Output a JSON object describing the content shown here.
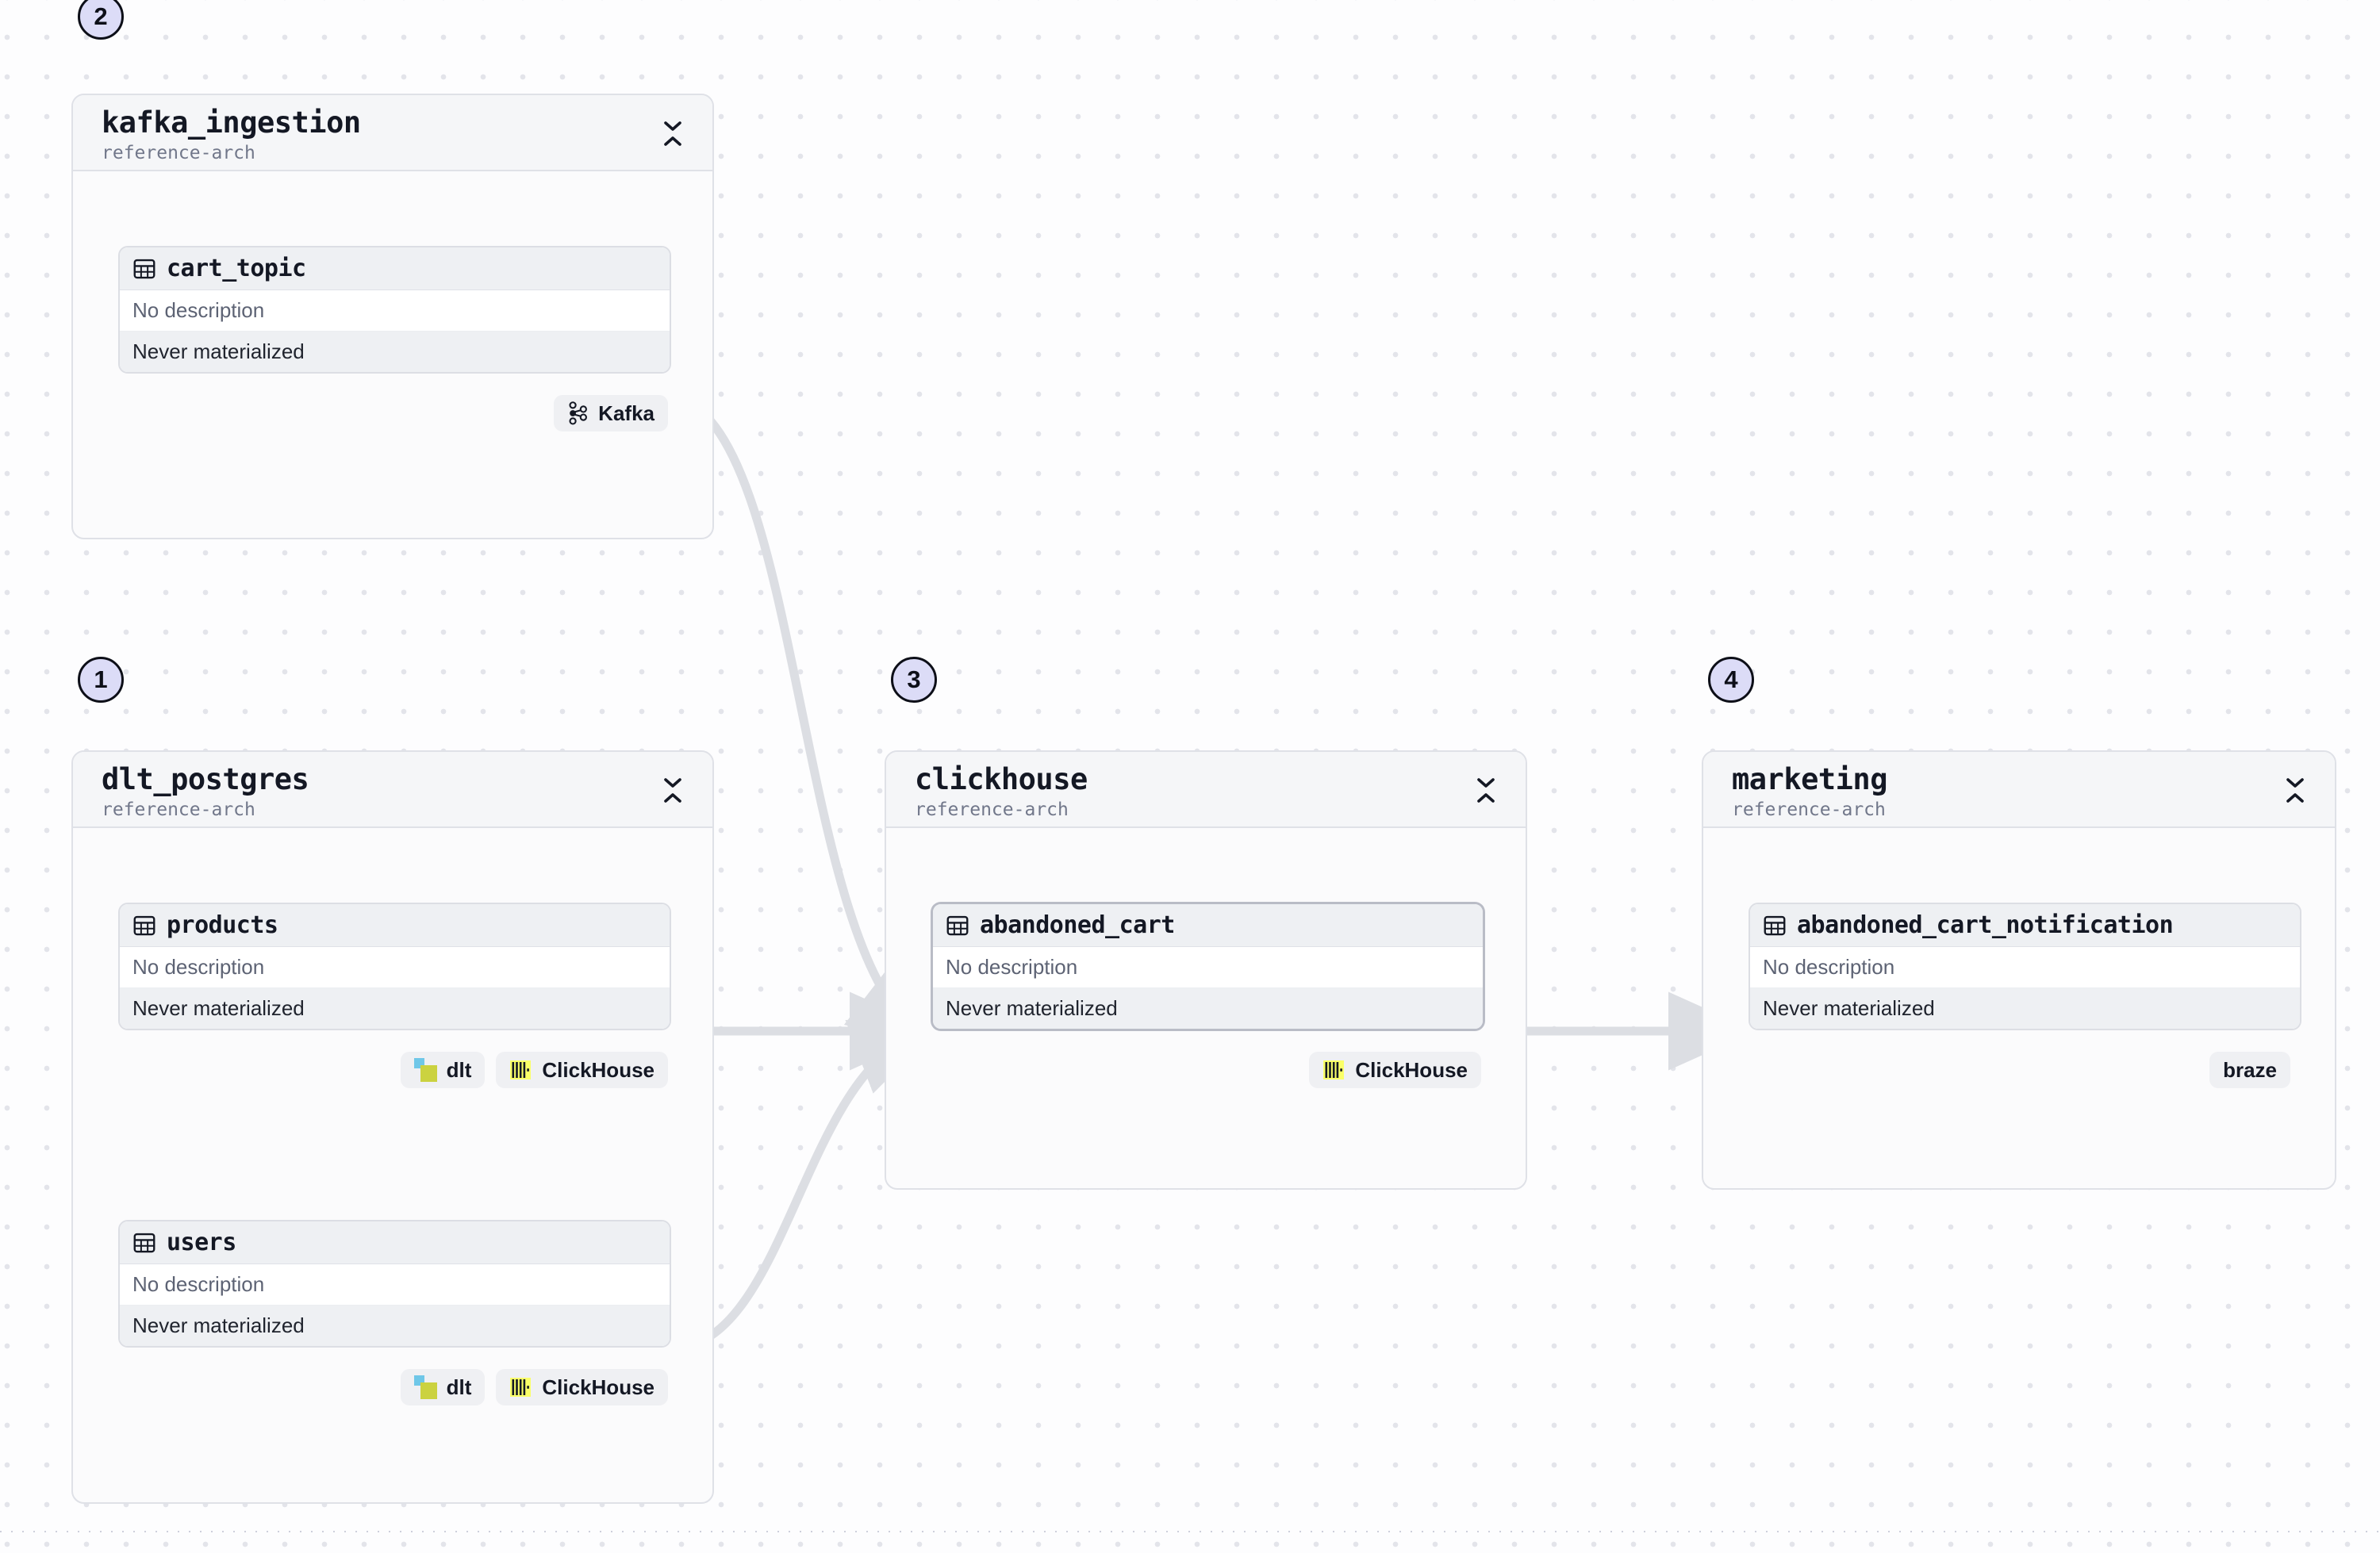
{
  "canvas": {
    "background_color": "#fdfdfe",
    "dot_grid_color": "#e3e4ea",
    "edge_color": "#dcdee3"
  },
  "common": {
    "no_description": "No description",
    "never_materialized": "Never materialized",
    "subtitle": "reference-arch",
    "collapse_icon": "collapse-chevrons-icon",
    "table_icon": "table-grid-icon"
  },
  "groups": [
    {
      "id": "kafka_ingestion",
      "step": "2",
      "title": "kafka_ingestion",
      "subtitle": "reference-arch",
      "tables": [
        {
          "name": "cart_topic",
          "description": "No description",
          "materialization": "Never materialized",
          "selected": false,
          "chips": [
            {
              "label": "Kafka",
              "icon": "kafka-logo-icon"
            }
          ]
        }
      ]
    },
    {
      "id": "dlt_postgres",
      "step": "1",
      "title": "dlt_postgres",
      "subtitle": "reference-arch",
      "tables": [
        {
          "name": "products",
          "description": "No description",
          "materialization": "Never materialized",
          "selected": false,
          "chips": [
            {
              "label": "dlt",
              "icon": "dlt-logo-icon"
            },
            {
              "label": "ClickHouse",
              "icon": "clickhouse-logo-icon"
            }
          ]
        },
        {
          "name": "users",
          "description": "No description",
          "materialization": "Never materialized",
          "selected": false,
          "chips": [
            {
              "label": "dlt",
              "icon": "dlt-logo-icon"
            },
            {
              "label": "ClickHouse",
              "icon": "clickhouse-logo-icon"
            }
          ]
        }
      ]
    },
    {
      "id": "clickhouse",
      "step": "3",
      "title": "clickhouse",
      "subtitle": "reference-arch",
      "tables": [
        {
          "name": "abandoned_cart",
          "description": "No description",
          "materialization": "Never materialized",
          "selected": true,
          "chips": [
            {
              "label": "ClickHouse",
              "icon": "clickhouse-logo-icon"
            }
          ]
        }
      ]
    },
    {
      "id": "marketing",
      "step": "4",
      "title": "marketing",
      "subtitle": "reference-arch",
      "tables": [
        {
          "name": "abandoned_cart_notification",
          "description": "No description",
          "materialization": "Never materialized",
          "selected": false,
          "chips": [
            {
              "label": "braze",
              "icon": "none"
            }
          ]
        }
      ]
    }
  ],
  "edges": [
    {
      "from": "cart_topic",
      "to": "abandoned_cart",
      "style": "curved"
    },
    {
      "from": "products",
      "to": "abandoned_cart",
      "style": "straight"
    },
    {
      "from": "users",
      "to": "abandoned_cart",
      "style": "curved"
    },
    {
      "from": "abandoned_cart",
      "to": "abandoned_cart_notification",
      "style": "straight"
    }
  ],
  "colors": {
    "badge_fill": "#dcdcf7",
    "badge_border": "#0d0f18",
    "clickhouse_yellow": "#faff69",
    "dlt_cyan": "#6fc7e8",
    "dlt_olive": "#cbd240",
    "panel_header": "#f5f6f8",
    "table_header": "#eef0f3",
    "chip_bg": "#eff0f3"
  }
}
